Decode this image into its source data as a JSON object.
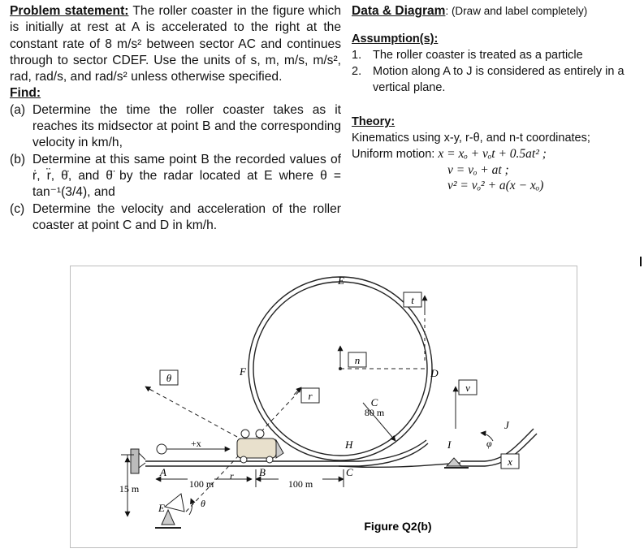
{
  "problem": {
    "heading": "Problem statement:",
    "text": " The roller coaster in the figure which is initially at rest at A is accelerated to the right at the constant rate of 8 m/s² between sector AC and continues through to sector CDEF. Use the units of s, m, m/s, m/s², rad, rad/s, and rad/s² unless otherwise specified."
  },
  "find": {
    "heading": "Find:",
    "items": [
      {
        "label": "(a)",
        "text": "Determine the time the roller coaster takes as it reaches its midsector at point B and the corresponding velocity in km/h,"
      },
      {
        "label": "(b)",
        "text": "Determine at this same point B the recorded values of ṙ, r̈, θ̇, and θ̈ by the radar located at E where θ = tan⁻¹(3/4), and"
      },
      {
        "label": "(c)",
        "text": "Determine the velocity and acceleration of the roller coaster at point C and D in km/h."
      }
    ]
  },
  "data_diagram": {
    "heading": "Data & Diagram",
    "note": ": (Draw and label completely)"
  },
  "assumptions": {
    "heading": "Assumption(s):",
    "items": [
      {
        "n": "1.",
        "text": "The roller coaster is treated as a particle"
      },
      {
        "n": "2.",
        "text": "Motion along A to J is considered as entirely in a vertical plane."
      }
    ]
  },
  "theory": {
    "heading": "Theory:",
    "line1": "Kinematics using x-y, r-θ, and n-t coordinates;",
    "line2_label": "Uniform motion: ",
    "eq1": "x = xₒ + vₒt + 0.5at² ;",
    "eq2": "v = vₒ + at ;",
    "eq3": "v² = vₒ² + a(x − xₒ)"
  },
  "figure": {
    "caption": "Figure Q2(b)",
    "labels": {
      "E_top": "E",
      "F": "F",
      "D": "D",
      "C_center": "C",
      "radius": "80 m",
      "H": "H",
      "I": "I",
      "J": "J",
      "A": "A",
      "B": "B",
      "C_bottom": "C",
      "E_radar": "E",
      "plus_x": "+x",
      "r_dim": "r",
      "phi": "φ",
      "theta_arc": "θ",
      "dim_left": "100 m",
      "dim_right": "100 m",
      "height": "15 m"
    },
    "boxes": {
      "theta": "θ",
      "r": "r",
      "n": "n",
      "t": "t",
      "v": "v",
      "x": "x"
    }
  }
}
